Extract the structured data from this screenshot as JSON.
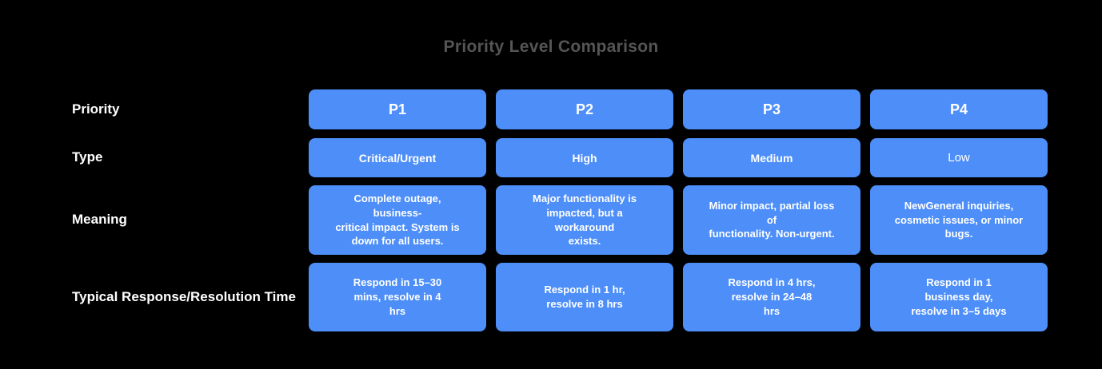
{
  "title": "Priority Level Comparison",
  "colors": {
    "background": "#000000",
    "cell_blue": "#4d8ef8",
    "title_gray": "#555555",
    "cell_text": "#ffffff",
    "label_text": "#ffffff"
  },
  "table": {
    "row_labels": [
      "Priority",
      "Type",
      "Meaning",
      "Typical Response/Resolution Time"
    ],
    "columns": [
      {
        "priority": "P1",
        "type": "Critical/Urgent",
        "meaning": "Complete outage, business-\ncritical impact. System is\ndown for all users.",
        "time": "Respond in 15–30\nmins, resolve in 4\nhrs"
      },
      {
        "priority": "P2",
        "type": "High",
        "meaning": "Major functionality is\nimpacted, but a workaround\nexists.",
        "time": "Respond in 1 hr,\nresolve in 8 hrs"
      },
      {
        "priority": "P3",
        "type": "Medium",
        "meaning": "Minor impact, partial loss of\nfunctionality. Non-urgent.",
        "time": "Respond in 4 hrs,\nresolve in 24–48\nhrs"
      },
      {
        "priority": "P4",
        "type": "Low",
        "meaning": "NewGeneral inquiries,\ncosmetic issues, or minor\nbugs.",
        "time": "Respond in 1\nbusiness day,\nresolve in 3–5 days"
      }
    ]
  }
}
